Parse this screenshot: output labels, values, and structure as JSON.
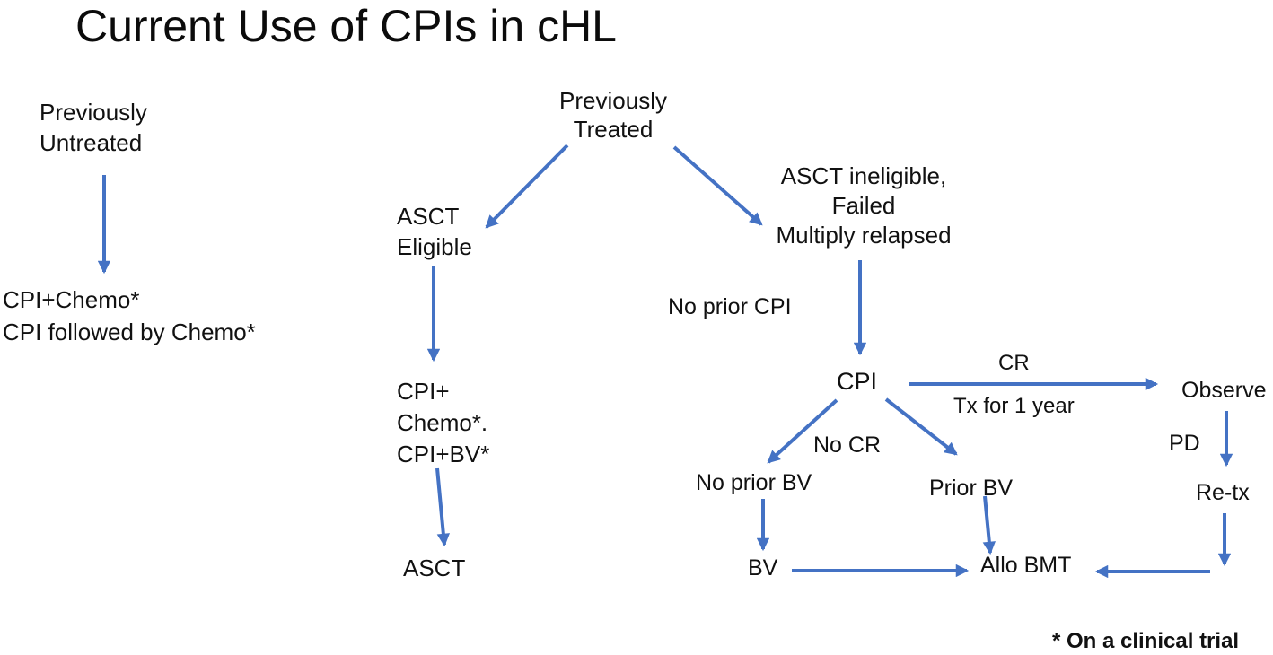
{
  "title": "Current Use of CPIs in cHL",
  "colors": {
    "accent": "#4472C4",
    "text": "#111111",
    "background": "#ffffff"
  },
  "nodes": {
    "previously_untreated": "Previously\nUntreated",
    "untreated_treatment": "CPI+Chemo*\nCPI followed by Chemo*",
    "previously_treated": "Previously\nTreated",
    "asct_eligible": "ASCT\nEligible",
    "eligible_treatment": "CPI+\nChemo*.\nCPI+BV*",
    "asct": "ASCT",
    "asct_ineligible": "ASCT ineligible,\nFailed\nMultiply relapsed",
    "cpi": "CPI",
    "observe": "Observe",
    "re_tx": "Re-tx",
    "no_prior_bv": "No prior BV",
    "prior_bv": "Prior BV",
    "bv": "BV",
    "allo_bmt": "Allo BMT"
  },
  "edge_labels": {
    "no_prior_cpi": "No prior CPI",
    "cr": "CR",
    "tx_for_1_year": "Tx for 1 year",
    "pd": "PD",
    "no_cr": "No CR"
  },
  "footnote": "* On a clinical trial"
}
